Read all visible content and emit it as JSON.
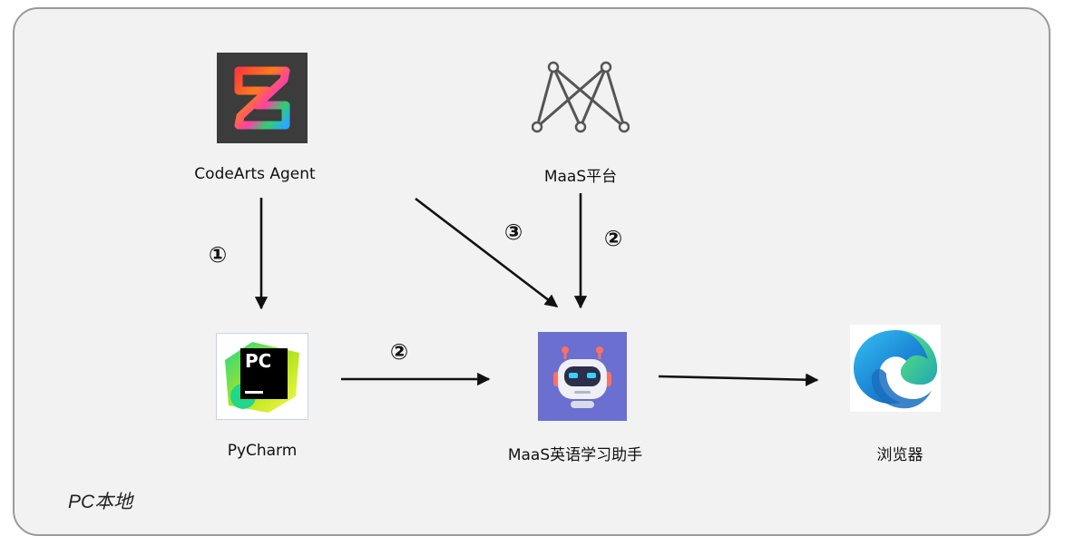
{
  "nodes": {
    "codearts": {
      "label": "CodeArts Agent",
      "icon": "codearts-agent-logo"
    },
    "maas_platform": {
      "label": "MaaS平台",
      "icon": "maas-network-logo"
    },
    "pycharm": {
      "label": "PyCharm",
      "icon": "pycharm-logo",
      "icon_text": "PC"
    },
    "assistant": {
      "label": "MaaS英语学习助手",
      "icon": "robot-logo"
    },
    "browser": {
      "label": "浏览器",
      "icon": "edge-browser-logo"
    }
  },
  "steps": {
    "codearts_to_pycharm": "①",
    "maas_to_assistant": "②",
    "codearts_to_assistant": "③",
    "pycharm_to_assistant": "②"
  },
  "scope_label": "PC本地",
  "colors": {
    "frame_bg": "#f2f2f2",
    "frame_border": "#9a9a9a",
    "arrow": "#111111",
    "robot_bg": "#6a6fd0",
    "codearts_bg": "#3c3c3c"
  }
}
